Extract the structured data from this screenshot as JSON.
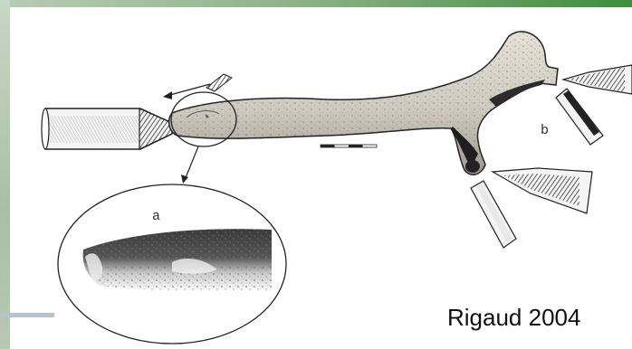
{
  "figure": {
    "label_a": "a",
    "label_b": "b"
  },
  "credit": "Rigaud 2004",
  "colors": {
    "top_bar_accent": "#3f8e3c",
    "side_bar": "#a9bfa5",
    "line_art": "#222222"
  }
}
